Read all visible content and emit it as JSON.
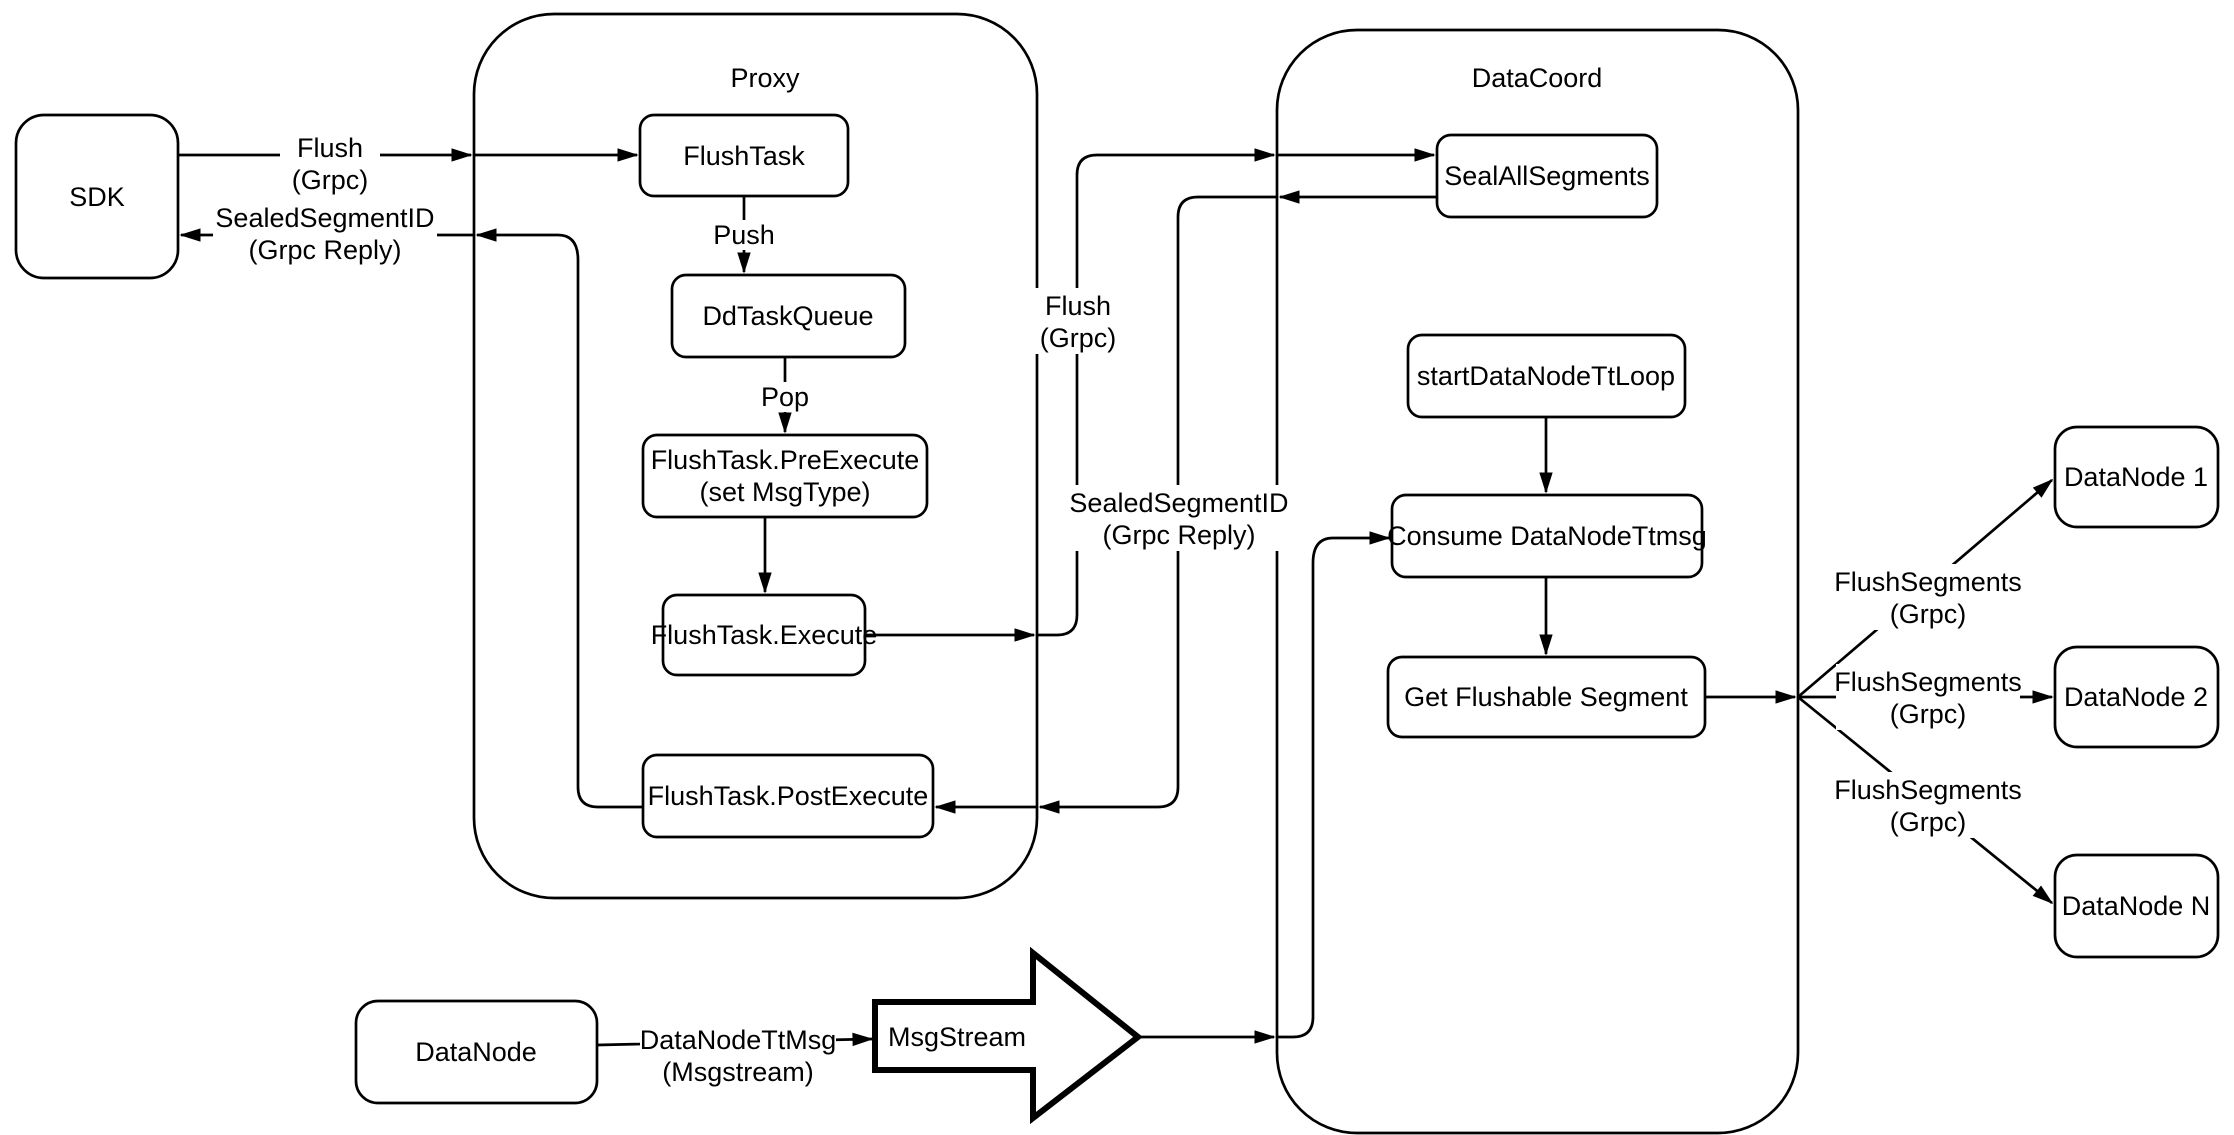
{
  "diagram": {
    "colors": {
      "stroke": "#000000",
      "background": "#ffffff"
    },
    "containers": {
      "proxy": {
        "title": "Proxy"
      },
      "datacoord": {
        "title": "DataCoord"
      }
    },
    "nodes": {
      "sdk": {
        "label": "SDK"
      },
      "flush_task": {
        "label": "FlushTask"
      },
      "dd_task_queue": {
        "label": "DdTaskQueue"
      },
      "pre_execute": {
        "line1": "FlushTask.PreExecute",
        "line2": "(set MsgType)"
      },
      "execute": {
        "label": "FlushTask.Execute"
      },
      "post_execute": {
        "label": "FlushTask.PostExecute"
      },
      "seal_all_segments": {
        "label": "SealAllSegments"
      },
      "start_data_node_tt_loop": {
        "label": "startDataNodeTtLoop"
      },
      "consume_data_node_ttmsg": {
        "label": "Consume DataNodeTtmsg"
      },
      "get_flushable_segment": {
        "label": "Get Flushable Segment"
      },
      "datanode_1": {
        "label": "DataNode 1"
      },
      "datanode_2": {
        "label": "DataNode 2"
      },
      "datanode_n": {
        "label": "DataNode N"
      },
      "datanode": {
        "label": "DataNode"
      },
      "msgstream": {
        "label": "MsgStream"
      }
    },
    "edge_labels": {
      "flush_sdk": {
        "line1": "Flush",
        "line2": "(Grpc)"
      },
      "sealed_sdk": {
        "line1": "SealedSegmentID",
        "line2": "(Grpc Reply)"
      },
      "push": {
        "label": "Push"
      },
      "pop": {
        "label": "Pop"
      },
      "flush_mid": {
        "line1": "Flush",
        "line2": "(Grpc)"
      },
      "sealed_mid": {
        "line1": "SealedSegmentID",
        "line2": "(Grpc Reply)"
      },
      "flush_segments_1": {
        "line1": "FlushSegments",
        "line2": "(Grpc)"
      },
      "flush_segments_2": {
        "line1": "FlushSegments",
        "line2": "(Grpc)"
      },
      "flush_segments_3": {
        "line1": "FlushSegments",
        "line2": "(Grpc)"
      },
      "datanode_ttmsg": {
        "line1": "DataNodeTtMsg",
        "line2": "(Msgstream)"
      }
    }
  }
}
